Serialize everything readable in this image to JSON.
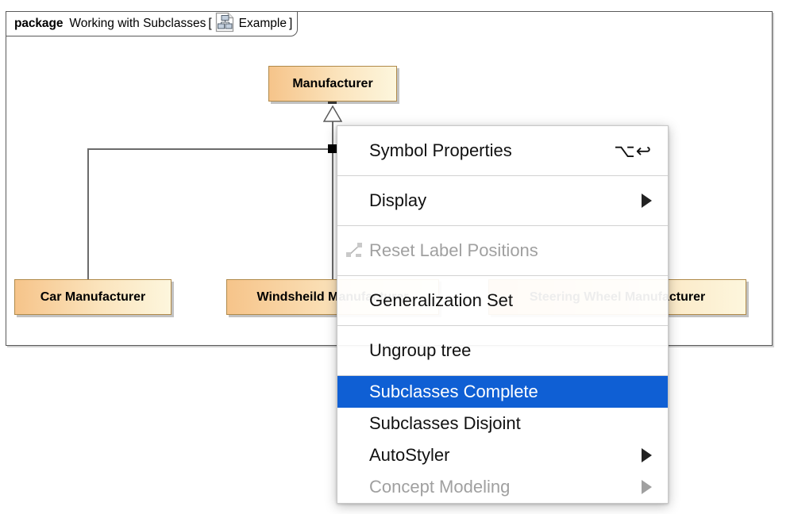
{
  "package": {
    "keyword": "package",
    "name": "Working with Subclasses",
    "bracket_open": "[",
    "diagram_icon": "diagram-icon",
    "diagram_label": "Example",
    "bracket_close": "]"
  },
  "diagram": {
    "type": "uml-class-generalization",
    "superclass": {
      "label": "Manufacturer"
    },
    "subclasses": [
      {
        "label": "Car Manufacturer"
      },
      {
        "label": "Windsheild Manufacturer"
      },
      {
        "label": "Steering Wheel Manufacturer"
      }
    ],
    "relationship": "generalization-tree",
    "colors": {
      "class_fill_start": "#f6c48a",
      "class_fill_end": "#fdf6dd",
      "class_border": "#b08a4a",
      "frame_border": "#5a5a5a",
      "line": "#6b6b6b"
    }
  },
  "context_menu": {
    "items": [
      {
        "label": "Symbol Properties",
        "shortcut": "⌥↩",
        "state": "enabled",
        "submenu": false,
        "name": "menu-item-symbol-properties"
      },
      {
        "label": "Display",
        "shortcut": "",
        "state": "enabled",
        "submenu": true,
        "name": "menu-item-display"
      },
      {
        "label": "Reset Label Positions",
        "shortcut": "",
        "state": "disabled",
        "submenu": false,
        "icon": "reset-label-positions-icon",
        "name": "menu-item-reset-label-positions"
      },
      {
        "label": "Generalization Set",
        "shortcut": "",
        "state": "enabled",
        "submenu": false,
        "name": "menu-item-generalization-set"
      },
      {
        "label": "Ungroup tree",
        "shortcut": "",
        "state": "enabled",
        "submenu": false,
        "name": "menu-item-ungroup-tree"
      },
      {
        "label": "Subclasses Complete",
        "shortcut": "",
        "state": "selected",
        "submenu": false,
        "name": "menu-item-subclasses-complete"
      },
      {
        "label": "Subclasses Disjoint",
        "shortcut": "",
        "state": "enabled",
        "submenu": false,
        "name": "menu-item-subclasses-disjoint"
      },
      {
        "label": "AutoStyler",
        "shortcut": "",
        "state": "enabled",
        "submenu": true,
        "name": "menu-item-autostyler"
      },
      {
        "label": "Concept Modeling",
        "shortcut": "",
        "state": "disabled",
        "submenu": true,
        "name": "menu-item-concept-modeling"
      }
    ],
    "highlight_color": "#0f5fd4"
  }
}
